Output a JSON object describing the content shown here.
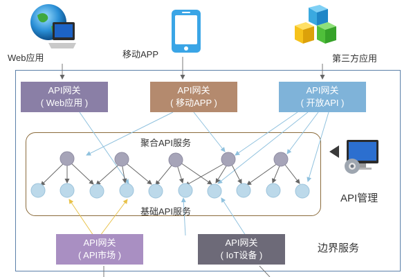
{
  "clients": {
    "web": "Web应用",
    "mobile": "移动APP",
    "third": "第三方应用"
  },
  "gateways": {
    "web": {
      "line1": "API网关",
      "line2": "( Web应用 )",
      "color": "#8a7fa6"
    },
    "mobile": {
      "line1": "API网关",
      "line2": "( 移动APP )",
      "color": "#b48a6e"
    },
    "open": {
      "line1": "API网关",
      "line2": "( 开放API )",
      "color": "#7fb3d9"
    },
    "market": {
      "line1": "API网关",
      "line2": "( API市场 )",
      "color": "#a98fc2"
    },
    "iot": {
      "line1": "API网关",
      "line2": "( IoT设备 )",
      "color": "#6d6a78"
    }
  },
  "labels": {
    "aggregate": "聚合API服务",
    "base": "基础API服务",
    "api_mgmt": "API管理",
    "edge": "边界服务"
  },
  "colors": {
    "boundary": "#5a7fa8",
    "agg_node": "#a6a4b8",
    "base_node": "#bcd9ea",
    "blue_edge": "#8fc1de",
    "gray_edge": "#555555",
    "yellow_edge": "#e8c24a"
  },
  "icons": [
    "globe-icon",
    "smartphone-icon",
    "cubes-icon",
    "monitor-gear-icon"
  ]
}
